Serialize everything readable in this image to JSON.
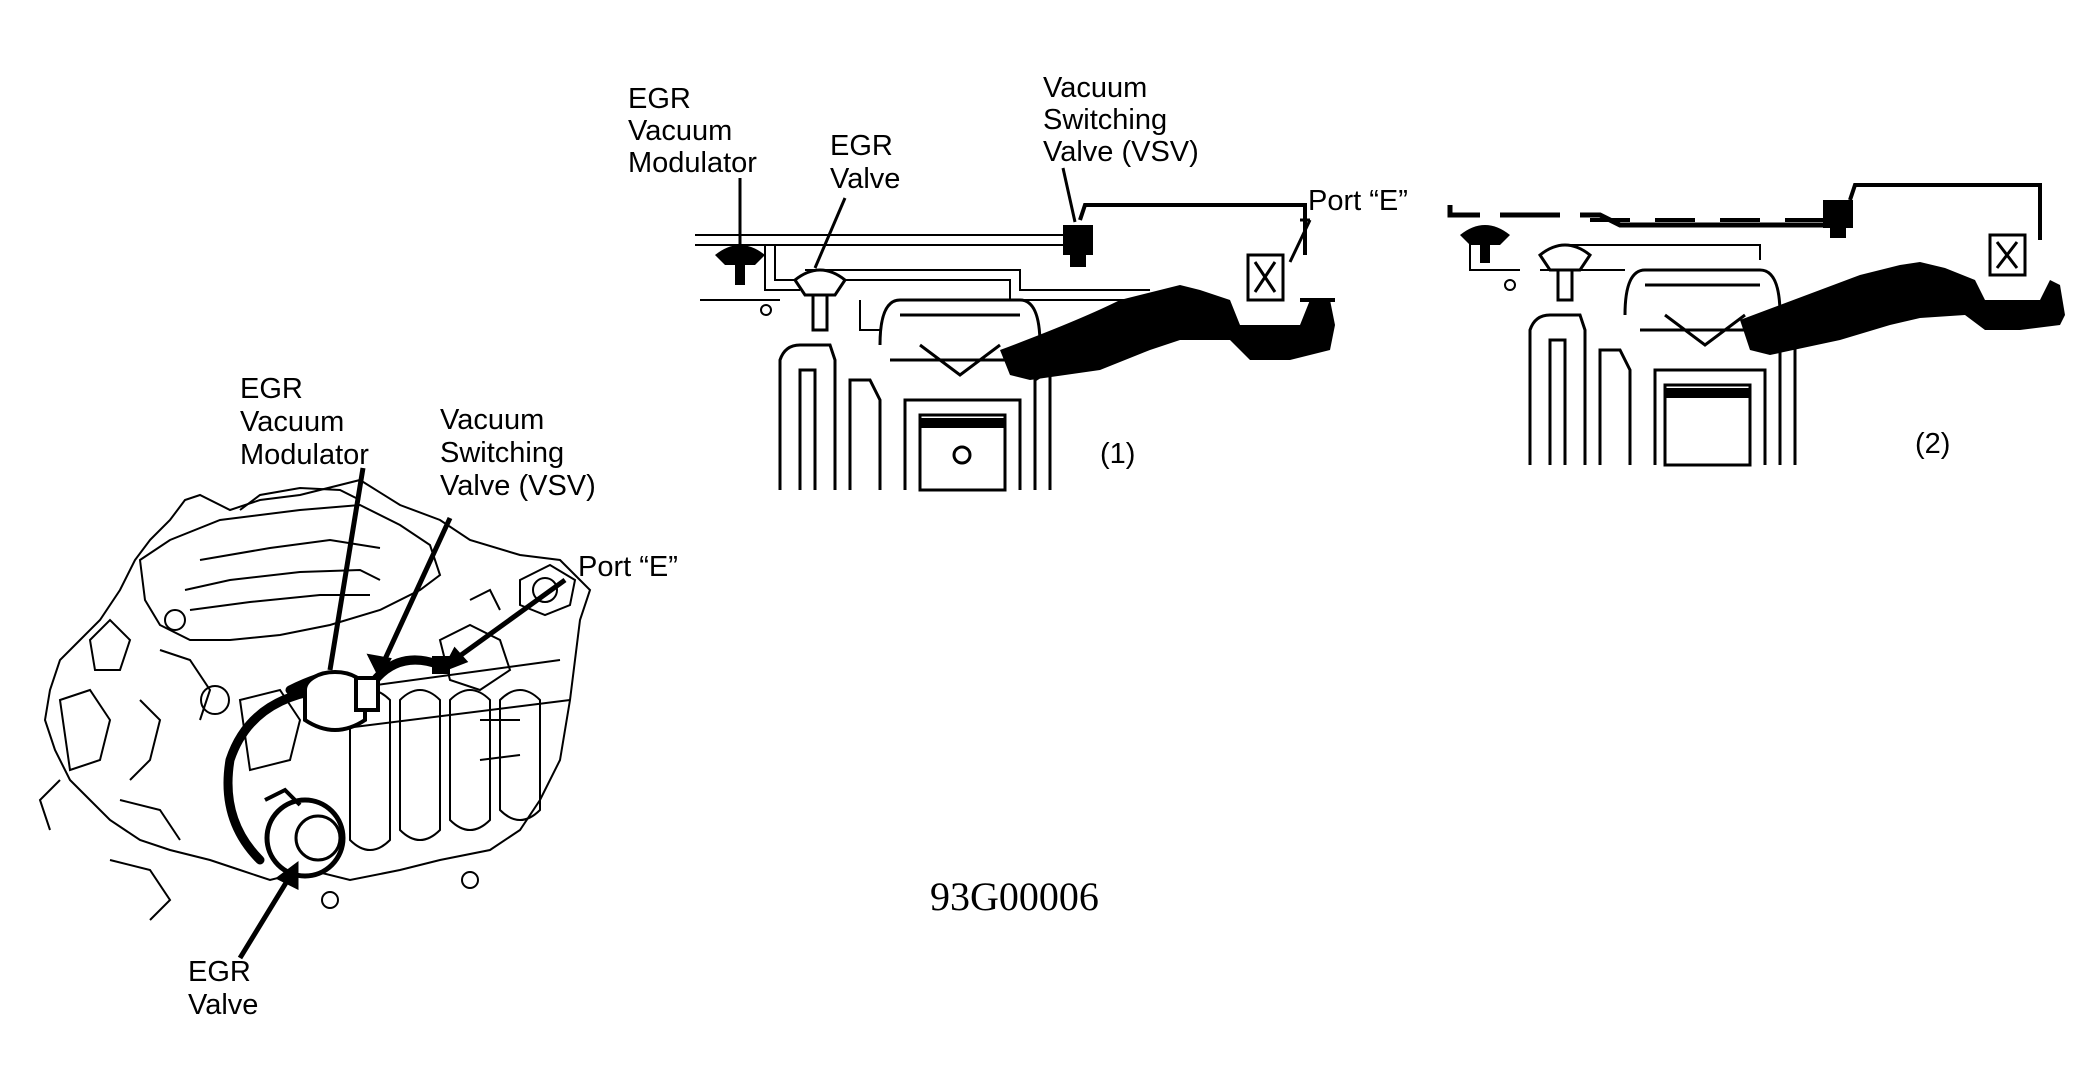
{
  "engine_view": {
    "egr_vacuum_modulator": [
      "EGR",
      "Vacuum",
      "Modulator"
    ],
    "vacuum_switching_valve": [
      "Vacuum",
      "Switching",
      "Valve (VSV)"
    ],
    "port_e": "Port “E”",
    "egr_valve": [
      "EGR",
      "Valve"
    ]
  },
  "schematic_1": {
    "egr_vacuum_modulator": [
      "EGR",
      "Vacuum",
      "Modulator"
    ],
    "egr_valve": [
      "EGR",
      "Valve"
    ],
    "vacuum_switching_valve": [
      "Vacuum",
      "Switching",
      "Valve (VSV)"
    ],
    "port_e": "Port “E”",
    "caption": "(1)"
  },
  "schematic_2": {
    "caption": "(2)"
  },
  "figure_code": "93G00006"
}
